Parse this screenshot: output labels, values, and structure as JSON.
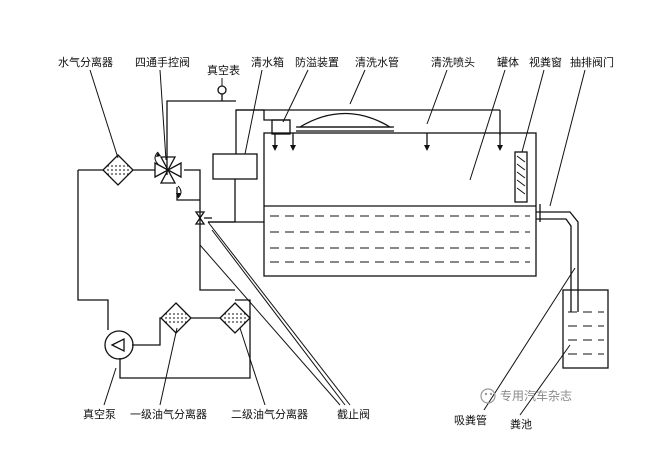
{
  "labels": {
    "water_separator": "水气分离器",
    "four_way_valve": "四通手控阀",
    "vacuum_gauge": "真空表",
    "clean_water_tank": "清水箱",
    "overflow_device": "防溢装置",
    "cleaning_pipe": "清洗水管",
    "cleaning_nozzle": "清洗喷头",
    "tank_body": "罐体",
    "sight_glass": "视粪窗",
    "discharge_valve": "抽排阀门",
    "vacuum_pump": "真空泵",
    "primary_oil_separator": "一级油气分离器",
    "secondary_oil_separator": "二级油气分离器",
    "stop_valve": "截止阀",
    "suction_pipe": "吸粪管",
    "cesspool": "粪池"
  },
  "watermark": "专用汽车杂志"
}
